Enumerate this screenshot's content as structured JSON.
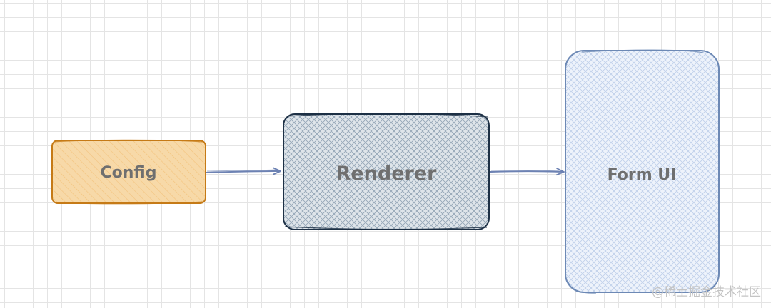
{
  "nodes": {
    "config": {
      "label": "Config",
      "stroke": "#c57a16",
      "fill": "#f7d9a8",
      "hatch": "#f2c27c"
    },
    "renderer": {
      "label": "Renderer",
      "stroke": "#1d3045",
      "fill": "#dfe5ea",
      "hatch": "#93a5b5"
    },
    "form_ui": {
      "label": "Form UI",
      "stroke": "#6d89b5",
      "fill": "#eef3fb",
      "hatch": "#bfd0ea"
    }
  },
  "edges": {
    "config_to_renderer": {
      "color": "#6d82b3"
    },
    "renderer_to_form_ui": {
      "color": "#6d82b3"
    }
  },
  "watermark": {
    "text": "@稀土掘金技术社区"
  }
}
